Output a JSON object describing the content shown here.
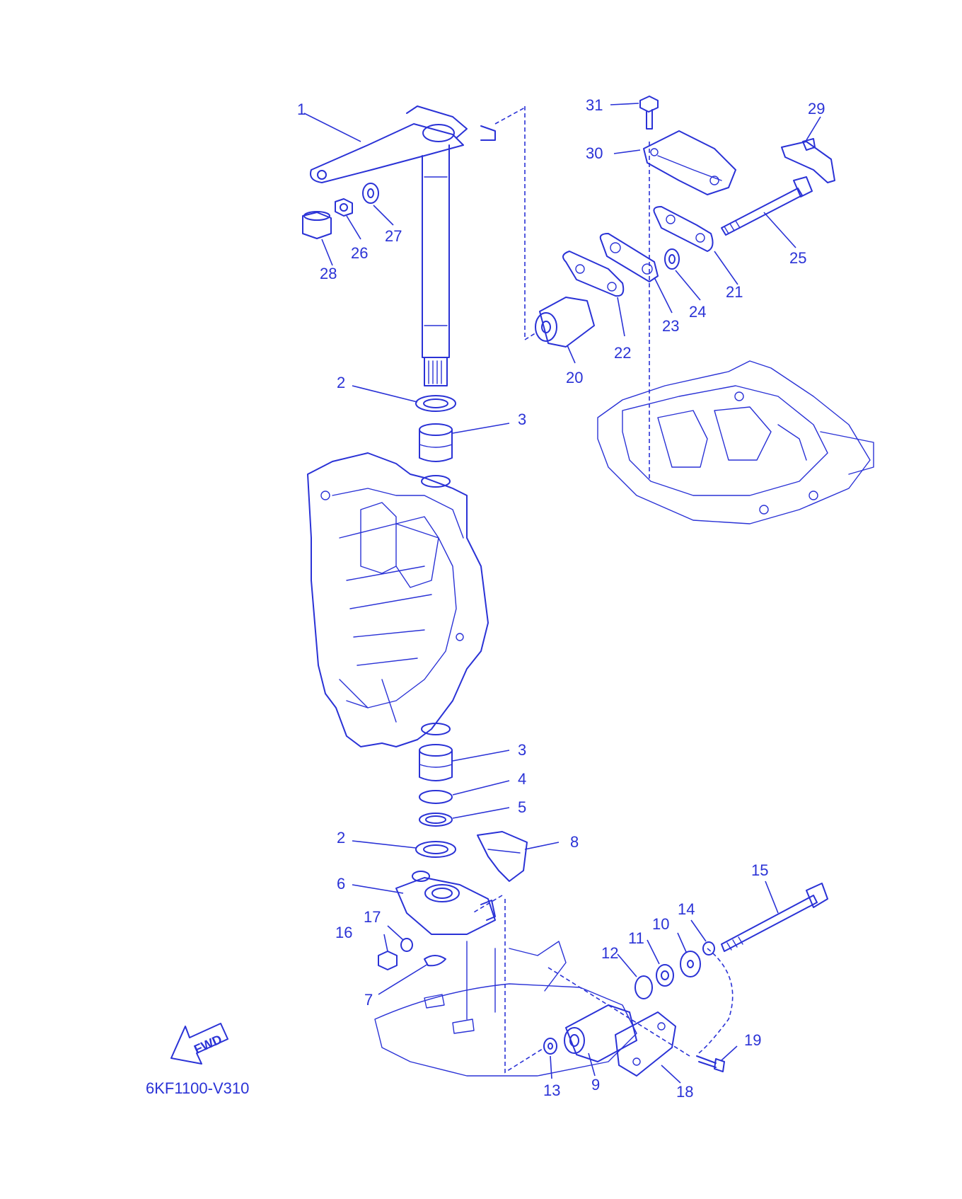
{
  "diagram": {
    "code": "6KF1100-V310",
    "fwd_label": "FWD",
    "line_color": "#2a32d6",
    "callouts": [
      {
        "id": "c1",
        "text": "1"
      },
      {
        "id": "c2a",
        "text": "2"
      },
      {
        "id": "c3a",
        "text": "3"
      },
      {
        "id": "c2b",
        "text": "2"
      },
      {
        "id": "c3b",
        "text": "3"
      },
      {
        "id": "c4",
        "text": "4"
      },
      {
        "id": "c5",
        "text": "5"
      },
      {
        "id": "c6",
        "text": "6"
      },
      {
        "id": "c7",
        "text": "7"
      },
      {
        "id": "c8",
        "text": "8"
      },
      {
        "id": "c9",
        "text": "9"
      },
      {
        "id": "c10",
        "text": "10"
      },
      {
        "id": "c11",
        "text": "11"
      },
      {
        "id": "c12",
        "text": "12"
      },
      {
        "id": "c13",
        "text": "13"
      },
      {
        "id": "c14",
        "text": "14"
      },
      {
        "id": "c15",
        "text": "15"
      },
      {
        "id": "c16",
        "text": "16"
      },
      {
        "id": "c17",
        "text": "17"
      },
      {
        "id": "c18",
        "text": "18"
      },
      {
        "id": "c19",
        "text": "19"
      },
      {
        "id": "c20",
        "text": "20"
      },
      {
        "id": "c21",
        "text": "21"
      },
      {
        "id": "c22",
        "text": "22"
      },
      {
        "id": "c23",
        "text": "23"
      },
      {
        "id": "c24",
        "text": "24"
      },
      {
        "id": "c25",
        "text": "25"
      },
      {
        "id": "c26",
        "text": "26"
      },
      {
        "id": "c27",
        "text": "27"
      },
      {
        "id": "c28",
        "text": "28"
      },
      {
        "id": "c29",
        "text": "29"
      },
      {
        "id": "c30",
        "text": "30"
      },
      {
        "id": "c31",
        "text": "31"
      }
    ]
  }
}
